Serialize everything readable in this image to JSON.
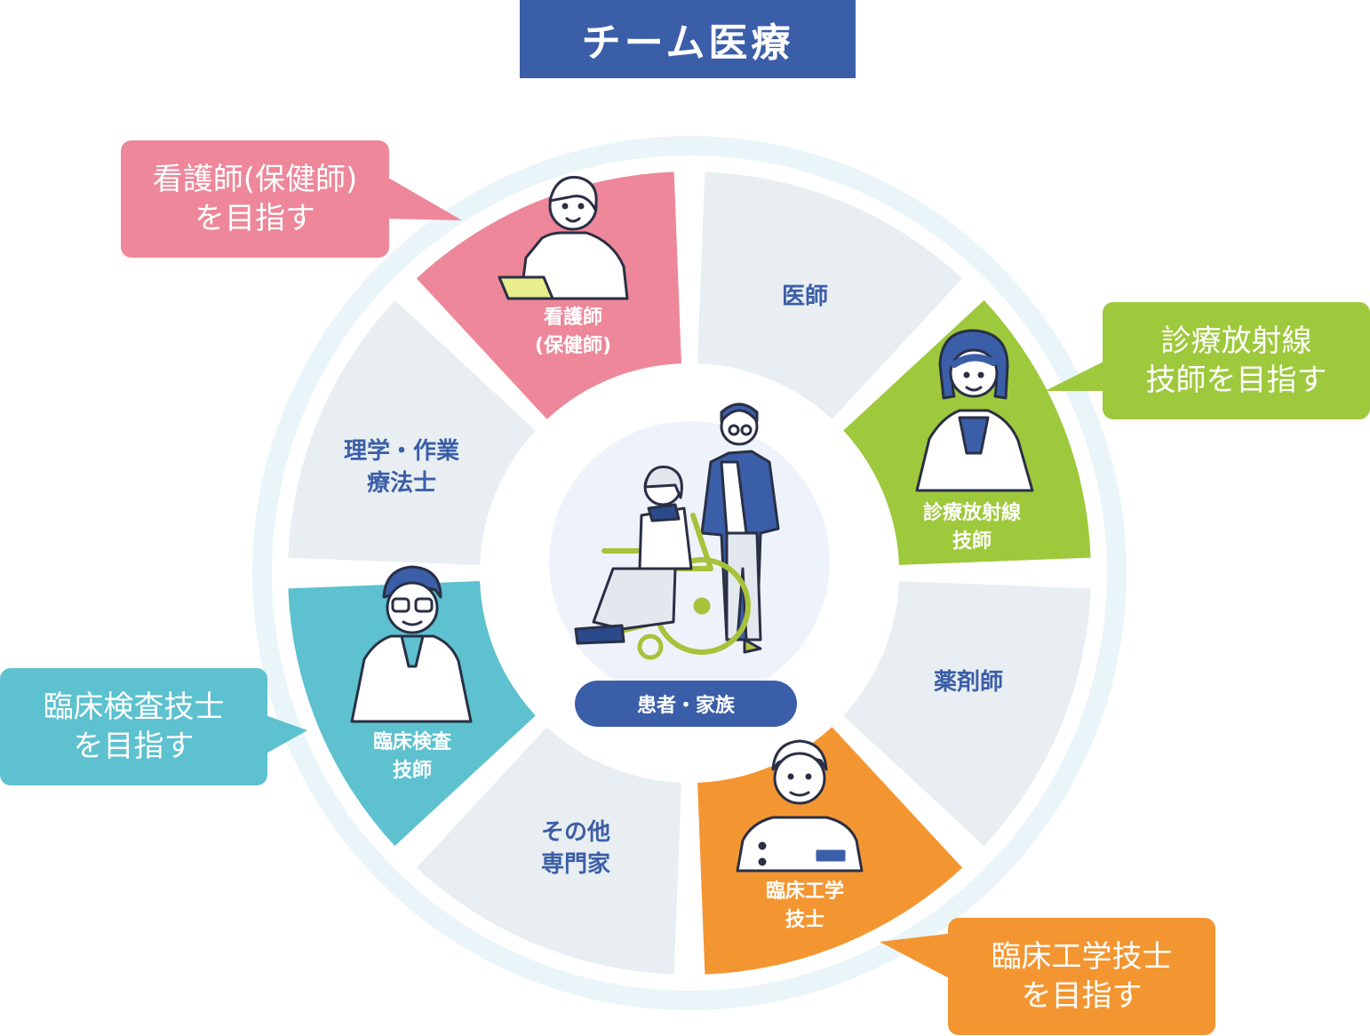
{
  "title": "チーム医療",
  "center": {
    "label": "患者・家族"
  },
  "segments": [
    {
      "id": "doctor",
      "label": "医師"
    },
    {
      "id": "radiology",
      "label": "診療放射線\n技師"
    },
    {
      "id": "pharmacist",
      "label": "薬剤師"
    },
    {
      "id": "ce",
      "label": "臨床工学\n技士"
    },
    {
      "id": "other",
      "label": "その他\n専門家"
    },
    {
      "id": "lab",
      "label": "臨床検査\n技師"
    },
    {
      "id": "pt",
      "label": "理学・作業\n療法士"
    },
    {
      "id": "nurse",
      "label": "看護師\n(保健師)"
    }
  ],
  "bubbles": {
    "nurse": "看護師(保健師)\nを目指す",
    "radiology": "診療放射線\n技師を目指す",
    "lab": "臨床検査技士\nを目指す",
    "ce": "臨床工学技士\nを目指す"
  },
  "colors": {
    "title_bg": "#3b5ea8",
    "nurse": "#ed8799",
    "radiology": "#9ec93c",
    "lab": "#5dc1cf",
    "ce": "#f39632",
    "inactive": "#e8eef1",
    "text_blue": "#3b5ea8"
  },
  "icons": [
    "nurse-illustration",
    "radiology-tech-illustration",
    "lab-tech-illustration",
    "clinical-engineer-illustration",
    "patient-family-illustration"
  ]
}
